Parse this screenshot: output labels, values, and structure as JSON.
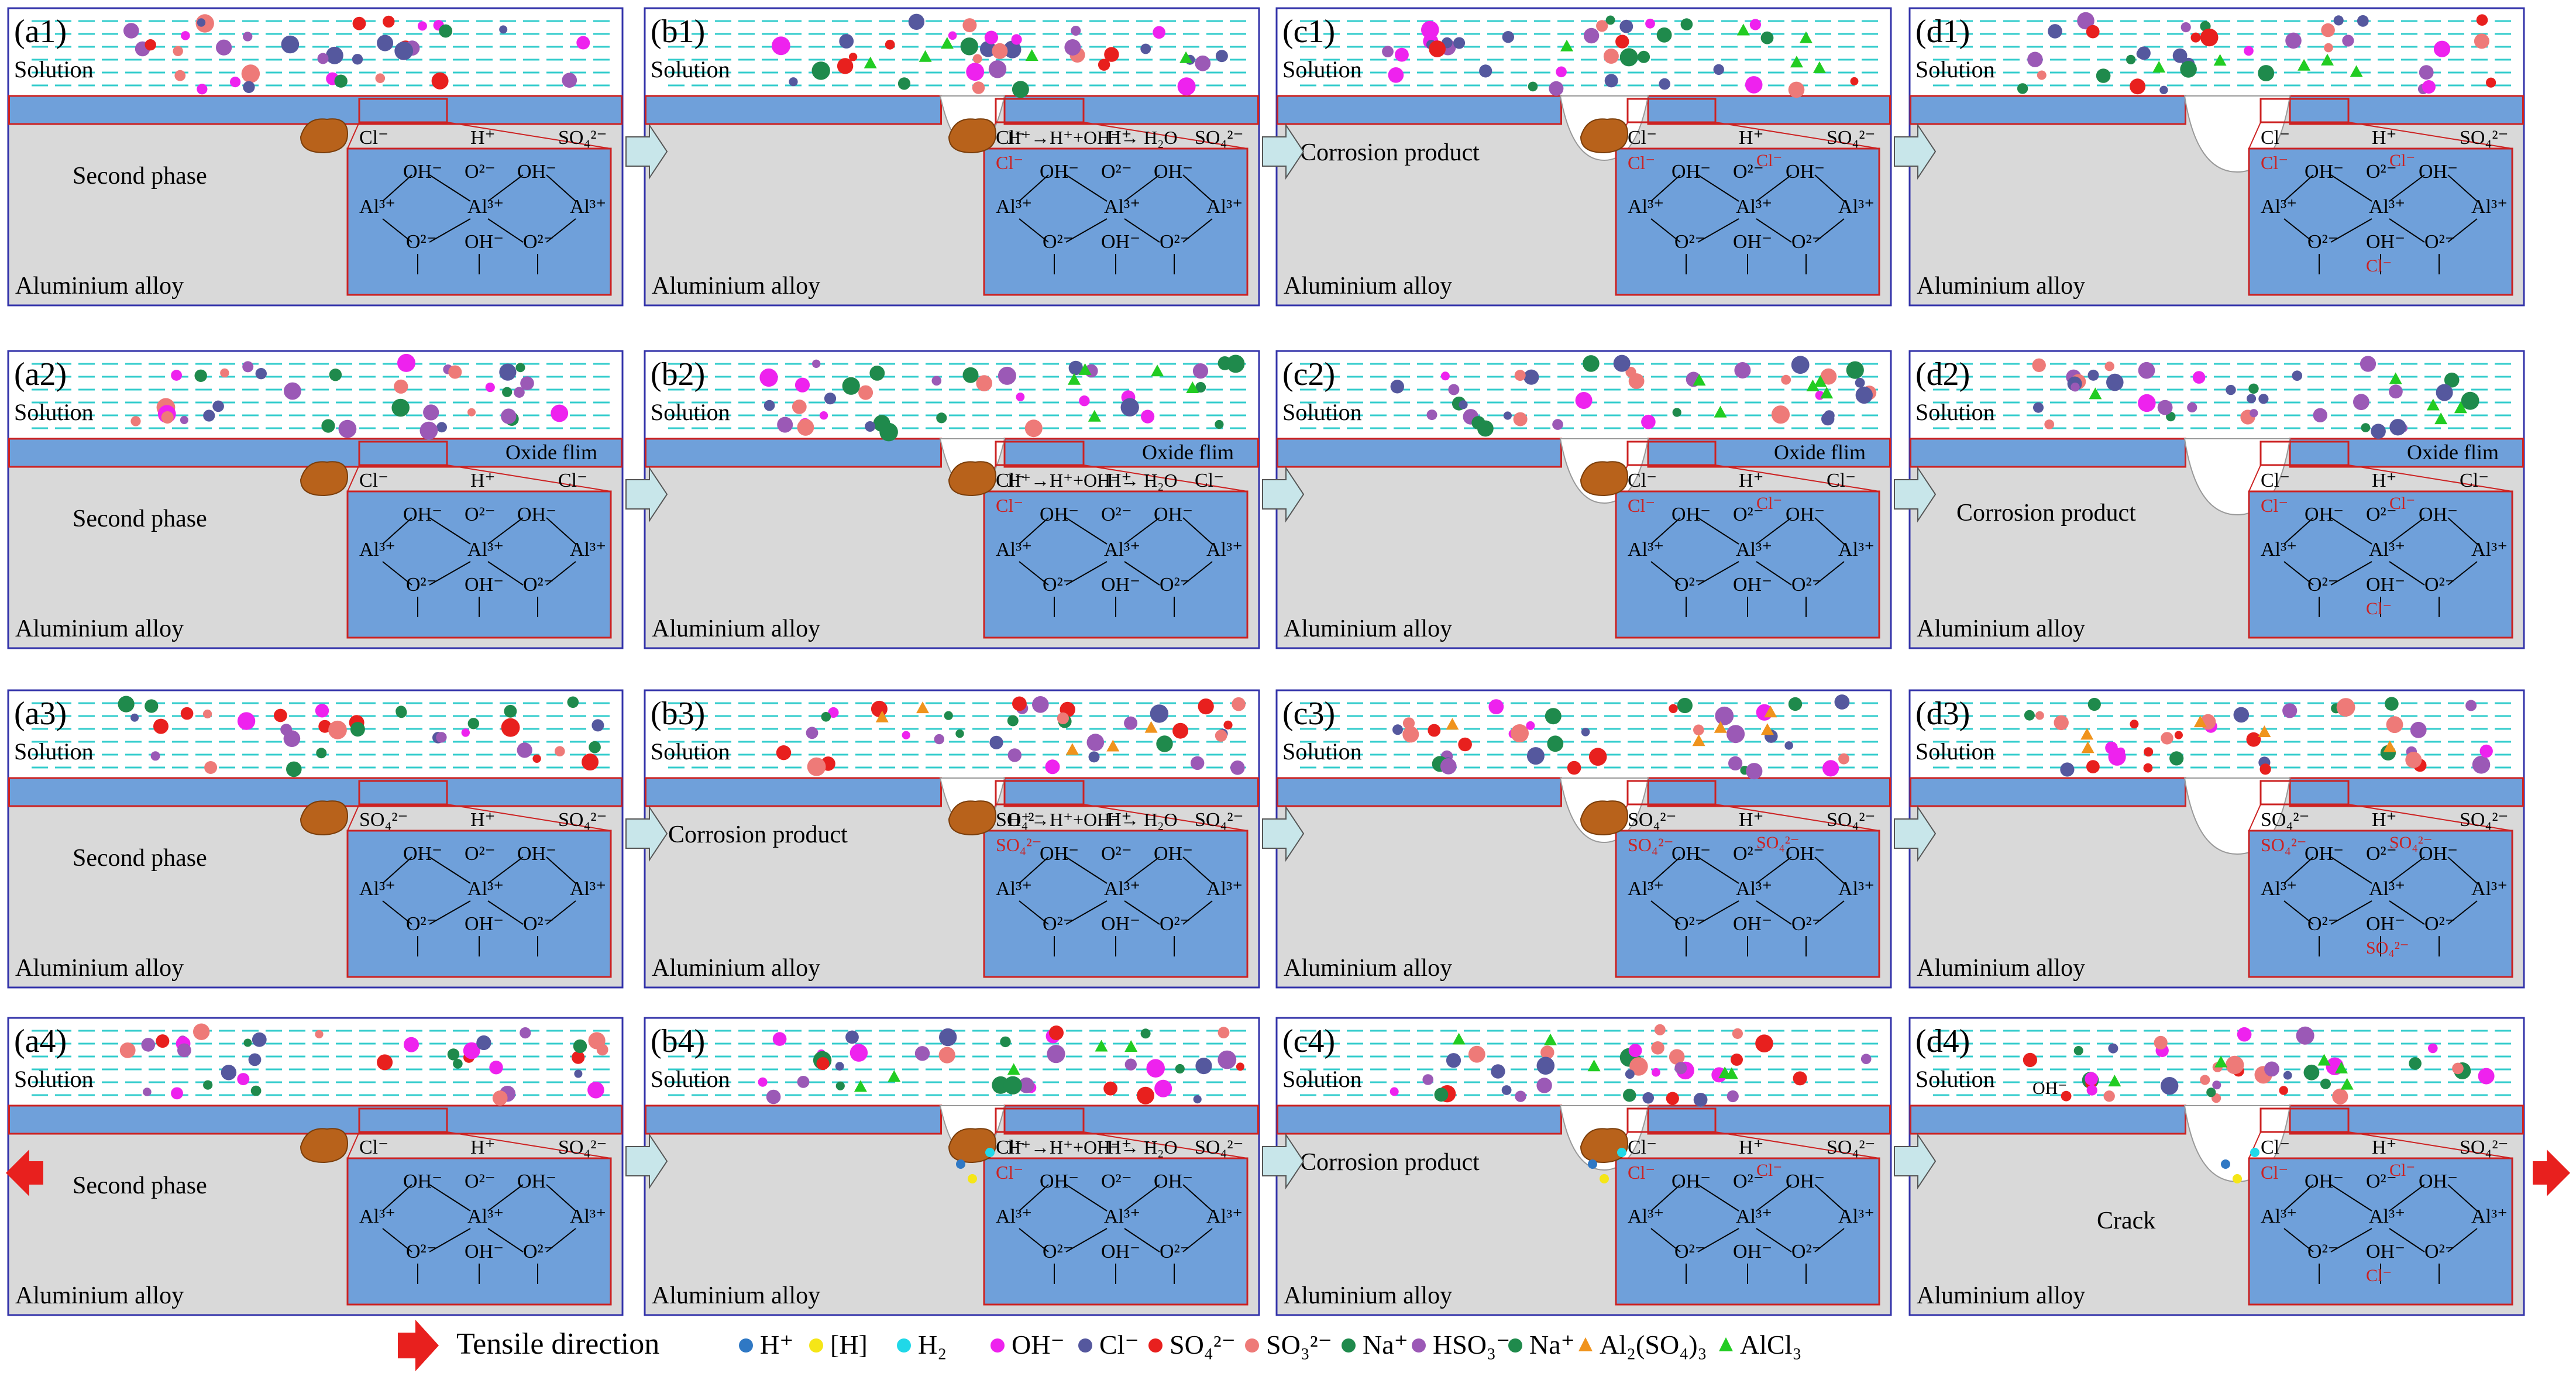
{
  "colors": {
    "frame_border": "#3333aa",
    "solution_bg": "#ffffff",
    "dash_line": "#33cccc",
    "oxide": "#6fa0da",
    "alloy": "#d9d9d9",
    "lattice": "#6fa0da",
    "red_box": "#cc2222",
    "second_phase": "#b8621b",
    "arrow_fill": "#c8e6ea",
    "tensile_arrow": "#e8201e",
    "product": "#888888"
  },
  "legend": {
    "tensile": "Tensile direction",
    "items": [
      {
        "label": "H⁺",
        "color": "#2f78c4",
        "shape": "circle"
      },
      {
        "label": "[H]",
        "color": "#f5e617",
        "shape": "circle"
      },
      {
        "label": "H₂",
        "color": "#20d8e8",
        "shape": "circle"
      },
      {
        "label": "OH⁻",
        "color": "#ee22ee",
        "shape": "circle"
      },
      {
        "label": "Cl⁻",
        "color": "#55589e",
        "shape": "circle"
      },
      {
        "label": "SO₄²⁻",
        "color": "#e8201e",
        "shape": "circle"
      },
      {
        "label": "SO₃²⁻",
        "color": "#ee7a78",
        "shape": "circle"
      },
      {
        "label": "Na⁺",
        "color": "#1f8a4c",
        "shape": "circle"
      },
      {
        "label": "HSO₃⁻",
        "color": "#9b59b6",
        "shape": "circle"
      },
      {
        "label": "Na⁺",
        "color": "#1f8a4c",
        "shape": "circle"
      },
      {
        "label": "Al₂(SO₄)₃",
        "color": "#f0931c",
        "shape": "triangle"
      },
      {
        "label": "AlCl₃",
        "color": "#22cc22",
        "shape": "triangle"
      }
    ]
  },
  "common": {
    "solution": "Solution",
    "alloy": "Aluminium alloy",
    "oxide_film": "Oxide flim",
    "second_phase": "Second phase",
    "corrosion_product": "Corrosion product",
    "crack": "Crack",
    "oh_label": "OH⁻"
  },
  "lattice_text": {
    "oh": "OH⁻",
    "o2": "O²⁻",
    "al": "Al³⁺",
    "cl": "Cl⁻",
    "so4": "SO₄²⁻",
    "h": "H⁺",
    "reaction_short": "H⁺→H⁺+OH⁻→ H₂O",
    "reaction_long": "H⁺→H⁺+OH⁻→ H₂O"
  },
  "panels": [
    {
      "id": "(a1)",
      "stage": 0,
      "env": "cl_so4",
      "oxide": false,
      "tensile": false
    },
    {
      "id": "(b1)",
      "stage": 1,
      "env": "cl_so4",
      "oxide": false,
      "tensile": false
    },
    {
      "id": "(c1)",
      "stage": 2,
      "env": "cl_so4",
      "oxide": false,
      "tensile": false
    },
    {
      "id": "(d1)",
      "stage": 3,
      "env": "cl_so4",
      "oxide": false,
      "tensile": false
    },
    {
      "id": "(a2)",
      "stage": 0,
      "env": "cl",
      "oxide": true,
      "tensile": false
    },
    {
      "id": "(b2)",
      "stage": 1,
      "env": "cl",
      "oxide": true,
      "tensile": false
    },
    {
      "id": "(c2)",
      "stage": 2,
      "env": "cl",
      "oxide": true,
      "tensile": false
    },
    {
      "id": "(d2)",
      "stage": 3,
      "env": "cl",
      "oxide": true,
      "tensile": false
    },
    {
      "id": "(a3)",
      "stage": 0,
      "env": "so4",
      "oxide": false,
      "tensile": false
    },
    {
      "id": "(b3)",
      "stage": 1,
      "env": "so4",
      "oxide": false,
      "tensile": false
    },
    {
      "id": "(c3)",
      "stage": 2,
      "env": "so4",
      "oxide": false,
      "tensile": false
    },
    {
      "id": "(d3)",
      "stage": 3,
      "env": "so4",
      "oxide": false,
      "tensile": false
    },
    {
      "id": "(a4)",
      "stage": 0,
      "env": "cl_so4",
      "oxide": false,
      "tensile": true
    },
    {
      "id": "(b4)",
      "stage": 1,
      "env": "cl_so4",
      "oxide": false,
      "tensile": true
    },
    {
      "id": "(c4)",
      "stage": 2,
      "env": "cl_so4",
      "oxide": false,
      "tensile": true
    },
    {
      "id": "(d4)",
      "stage": 3,
      "env": "cl_so4",
      "oxide": false,
      "tensile": true
    }
  ]
}
